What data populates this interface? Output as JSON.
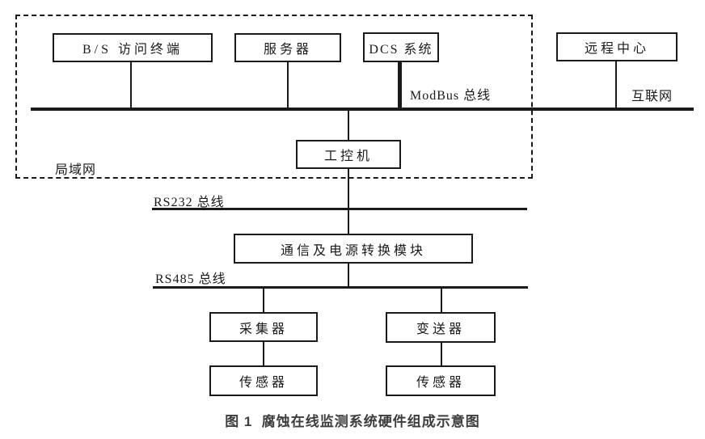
{
  "diagram": {
    "lan_label": "局域网",
    "nodes": {
      "bs_terminal": "B/S 访问终端",
      "server": "服务器",
      "dcs": "DCS 系统",
      "remote_center": "远程中心",
      "ipc": "工控机",
      "converter": "通信及电源转换模块",
      "collector": "采集器",
      "transmitter": "变送器",
      "sensor_left": "传感器",
      "sensor_right": "传感器"
    },
    "bus_labels": {
      "modbus": "ModBus 总线",
      "internet": "互联网",
      "rs232": "RS232 总线",
      "rs485": "RS485 总线"
    },
    "caption": "图 1  腐蚀在线监测系统硬件组成示意图",
    "colors": {
      "line": "#1a1a1a",
      "background": "#ffffff",
      "caption_text": "#3d3d3d"
    }
  }
}
